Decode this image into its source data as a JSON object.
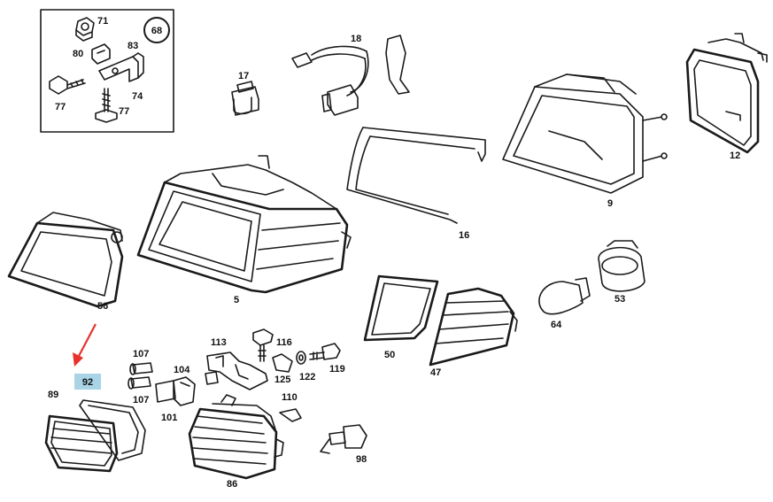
{
  "diagram": {
    "callout_circle": "68",
    "highlighted_part": "92",
    "highlight_color": "#a8d4e6",
    "arrow_color": "#e8322b",
    "part_labels": {
      "p71": "71",
      "p80": "80",
      "p83": "83",
      "p74": "74",
      "p77a": "77",
      "p77b": "77",
      "p17": "17",
      "p18": "18",
      "p16": "16",
      "p9": "9",
      "p12": "12",
      "p5": "5",
      "p56": "56",
      "p53": "53",
      "p64": "64",
      "p50": "50",
      "p47": "47",
      "p107a": "107",
      "p107b": "107",
      "p104": "104",
      "p101": "101",
      "p113": "113",
      "p116": "116",
      "p125": "125",
      "p122": "122",
      "p119": "119",
      "p110": "110",
      "p89": "89",
      "p86": "86",
      "p98": "98"
    }
  }
}
